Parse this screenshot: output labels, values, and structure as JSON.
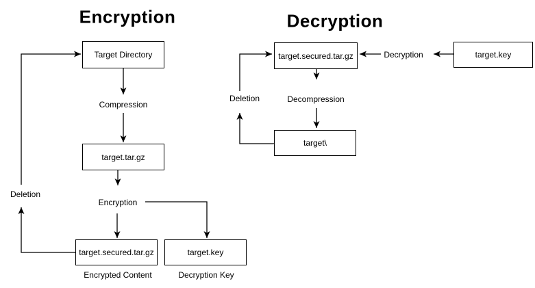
{
  "colors": {
    "stroke": "#000000",
    "background": "#ffffff",
    "text": "#000000"
  },
  "encryption_flow": {
    "title": "Encryption",
    "nodes": {
      "target_directory": "Target Directory",
      "target_tar_gz": "target.tar.gz",
      "target_secured_tar_gz": "target.secured.tar.gz",
      "target_key": "target.key"
    },
    "edge_labels": {
      "compression": "Compression",
      "encryption": "Encryption",
      "deletion": "Deletion"
    },
    "captions": {
      "encrypted_content": "Encrypted Content",
      "decryption_key": "Decryption Key"
    }
  },
  "decryption_flow": {
    "title": "Decryption",
    "nodes": {
      "target_secured_tar_gz": "target.secured.tar.gz",
      "target_key": "target.key",
      "target_folder": "target\\"
    },
    "edge_labels": {
      "decryption": "Decryption",
      "decompression": "Decompression",
      "deletion": "Deletion"
    }
  }
}
